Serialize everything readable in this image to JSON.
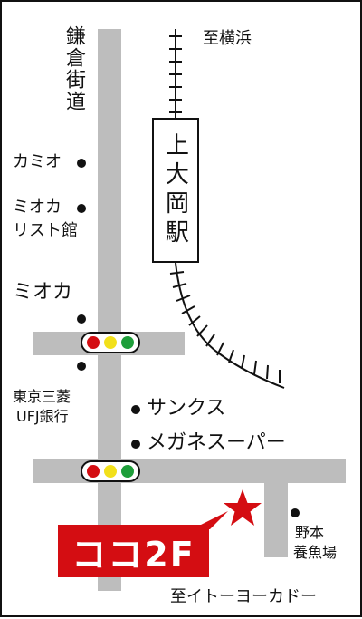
{
  "labels": {
    "kamakura_kaido": "鎌倉街道",
    "to_yokohama": "至横浜",
    "station": "上大岡駅",
    "kamio": "カミオ",
    "mioka_list_1": "ミオカ",
    "mioka_list_2": "リスト館",
    "mioka": "ミオカ",
    "bank_1": "東京三菱",
    "bank_2": "UFJ銀行",
    "sunkus": "サンクス",
    "megane": "メガネスーパー",
    "nomoto_1": "野本",
    "nomoto_2": "養魚場",
    "to_itoyokado": "至イトーヨーカドー",
    "destination": "ココ2F"
  },
  "colors": {
    "road": "#bdbdbd",
    "accent": "#d40d12",
    "signal_red": "#d40d12",
    "signal_yellow": "#f2e01b",
    "signal_green": "#1e9e3a"
  },
  "icons": [
    "traffic-signal-icon",
    "star-icon",
    "landmark-dot-icon"
  ]
}
